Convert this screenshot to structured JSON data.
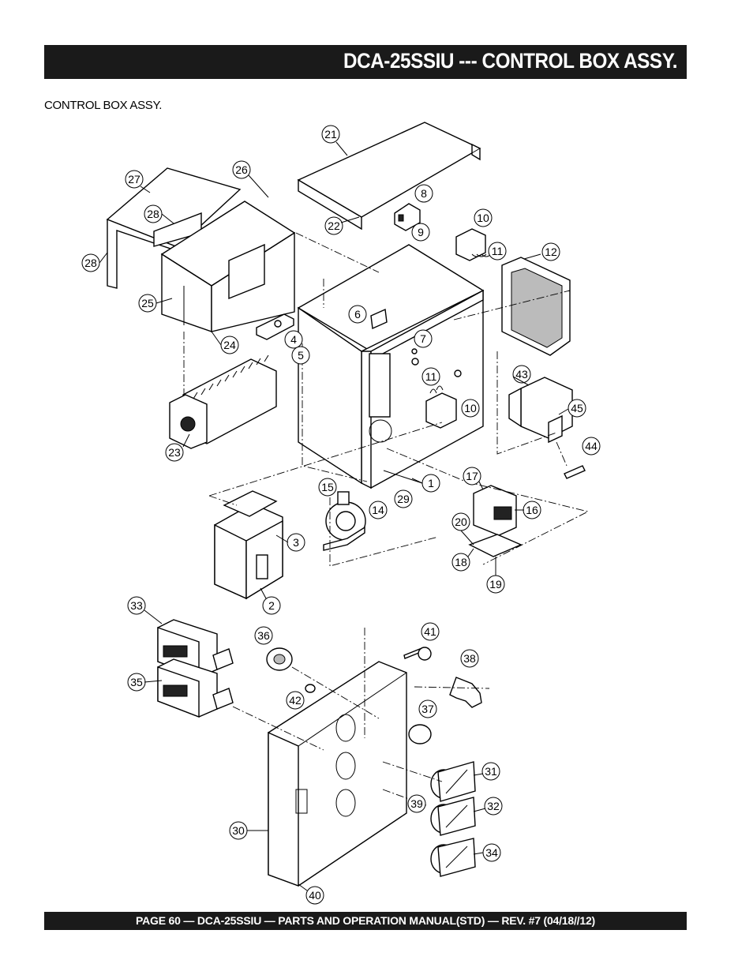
{
  "header": {
    "title": "DCA-25SSIU --- CONTROL BOX ASSY."
  },
  "subtitle": "CONTROL BOX ASSY.",
  "footer": {
    "text": "PAGE 60 — DCA-25SSIU — PARTS AND OPERATION  MANUAL(STD) — REV. #7  (04/18//12)"
  },
  "callouts": {
    "c21": "21",
    "c27": "27",
    "c26": "26",
    "c28a": "28",
    "c8": "8",
    "c22": "22",
    "c9": "9",
    "c10a": "10",
    "c28b": "28",
    "c11a": "11",
    "c12": "12",
    "c25": "25",
    "c6": "6",
    "c4": "4",
    "c7": "7",
    "c24": "24",
    "c5": "5",
    "c43": "43",
    "c11b": "11",
    "c45": "45",
    "c10b": "10",
    "c23": "23",
    "c44": "44",
    "c15": "15",
    "c1": "1",
    "c17": "17",
    "c29": "29",
    "c14": "14",
    "c16": "16",
    "c20": "20",
    "c3": "3",
    "c18": "18",
    "c19": "19",
    "c2": "2",
    "c33": "33",
    "c41": "41",
    "c36": "36",
    "c38": "38",
    "c35": "35",
    "c42": "42",
    "c37": "37",
    "c31": "31",
    "c39": "39",
    "c32": "32",
    "c30": "30",
    "c34": "34",
    "c40": "40"
  }
}
